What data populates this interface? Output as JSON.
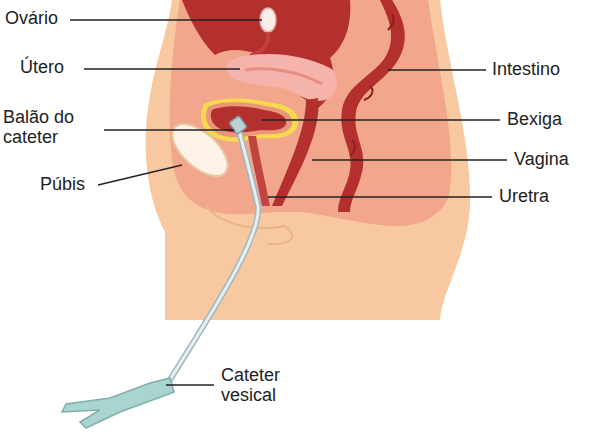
{
  "diagram": {
    "labels": [
      "Ovário",
      "Útero",
      "Balão do cateter",
      "Púbis",
      "Intestino",
      "Bexiga",
      "Vagina",
      "Uretra",
      "Cateter vesical"
    ]
  }
}
